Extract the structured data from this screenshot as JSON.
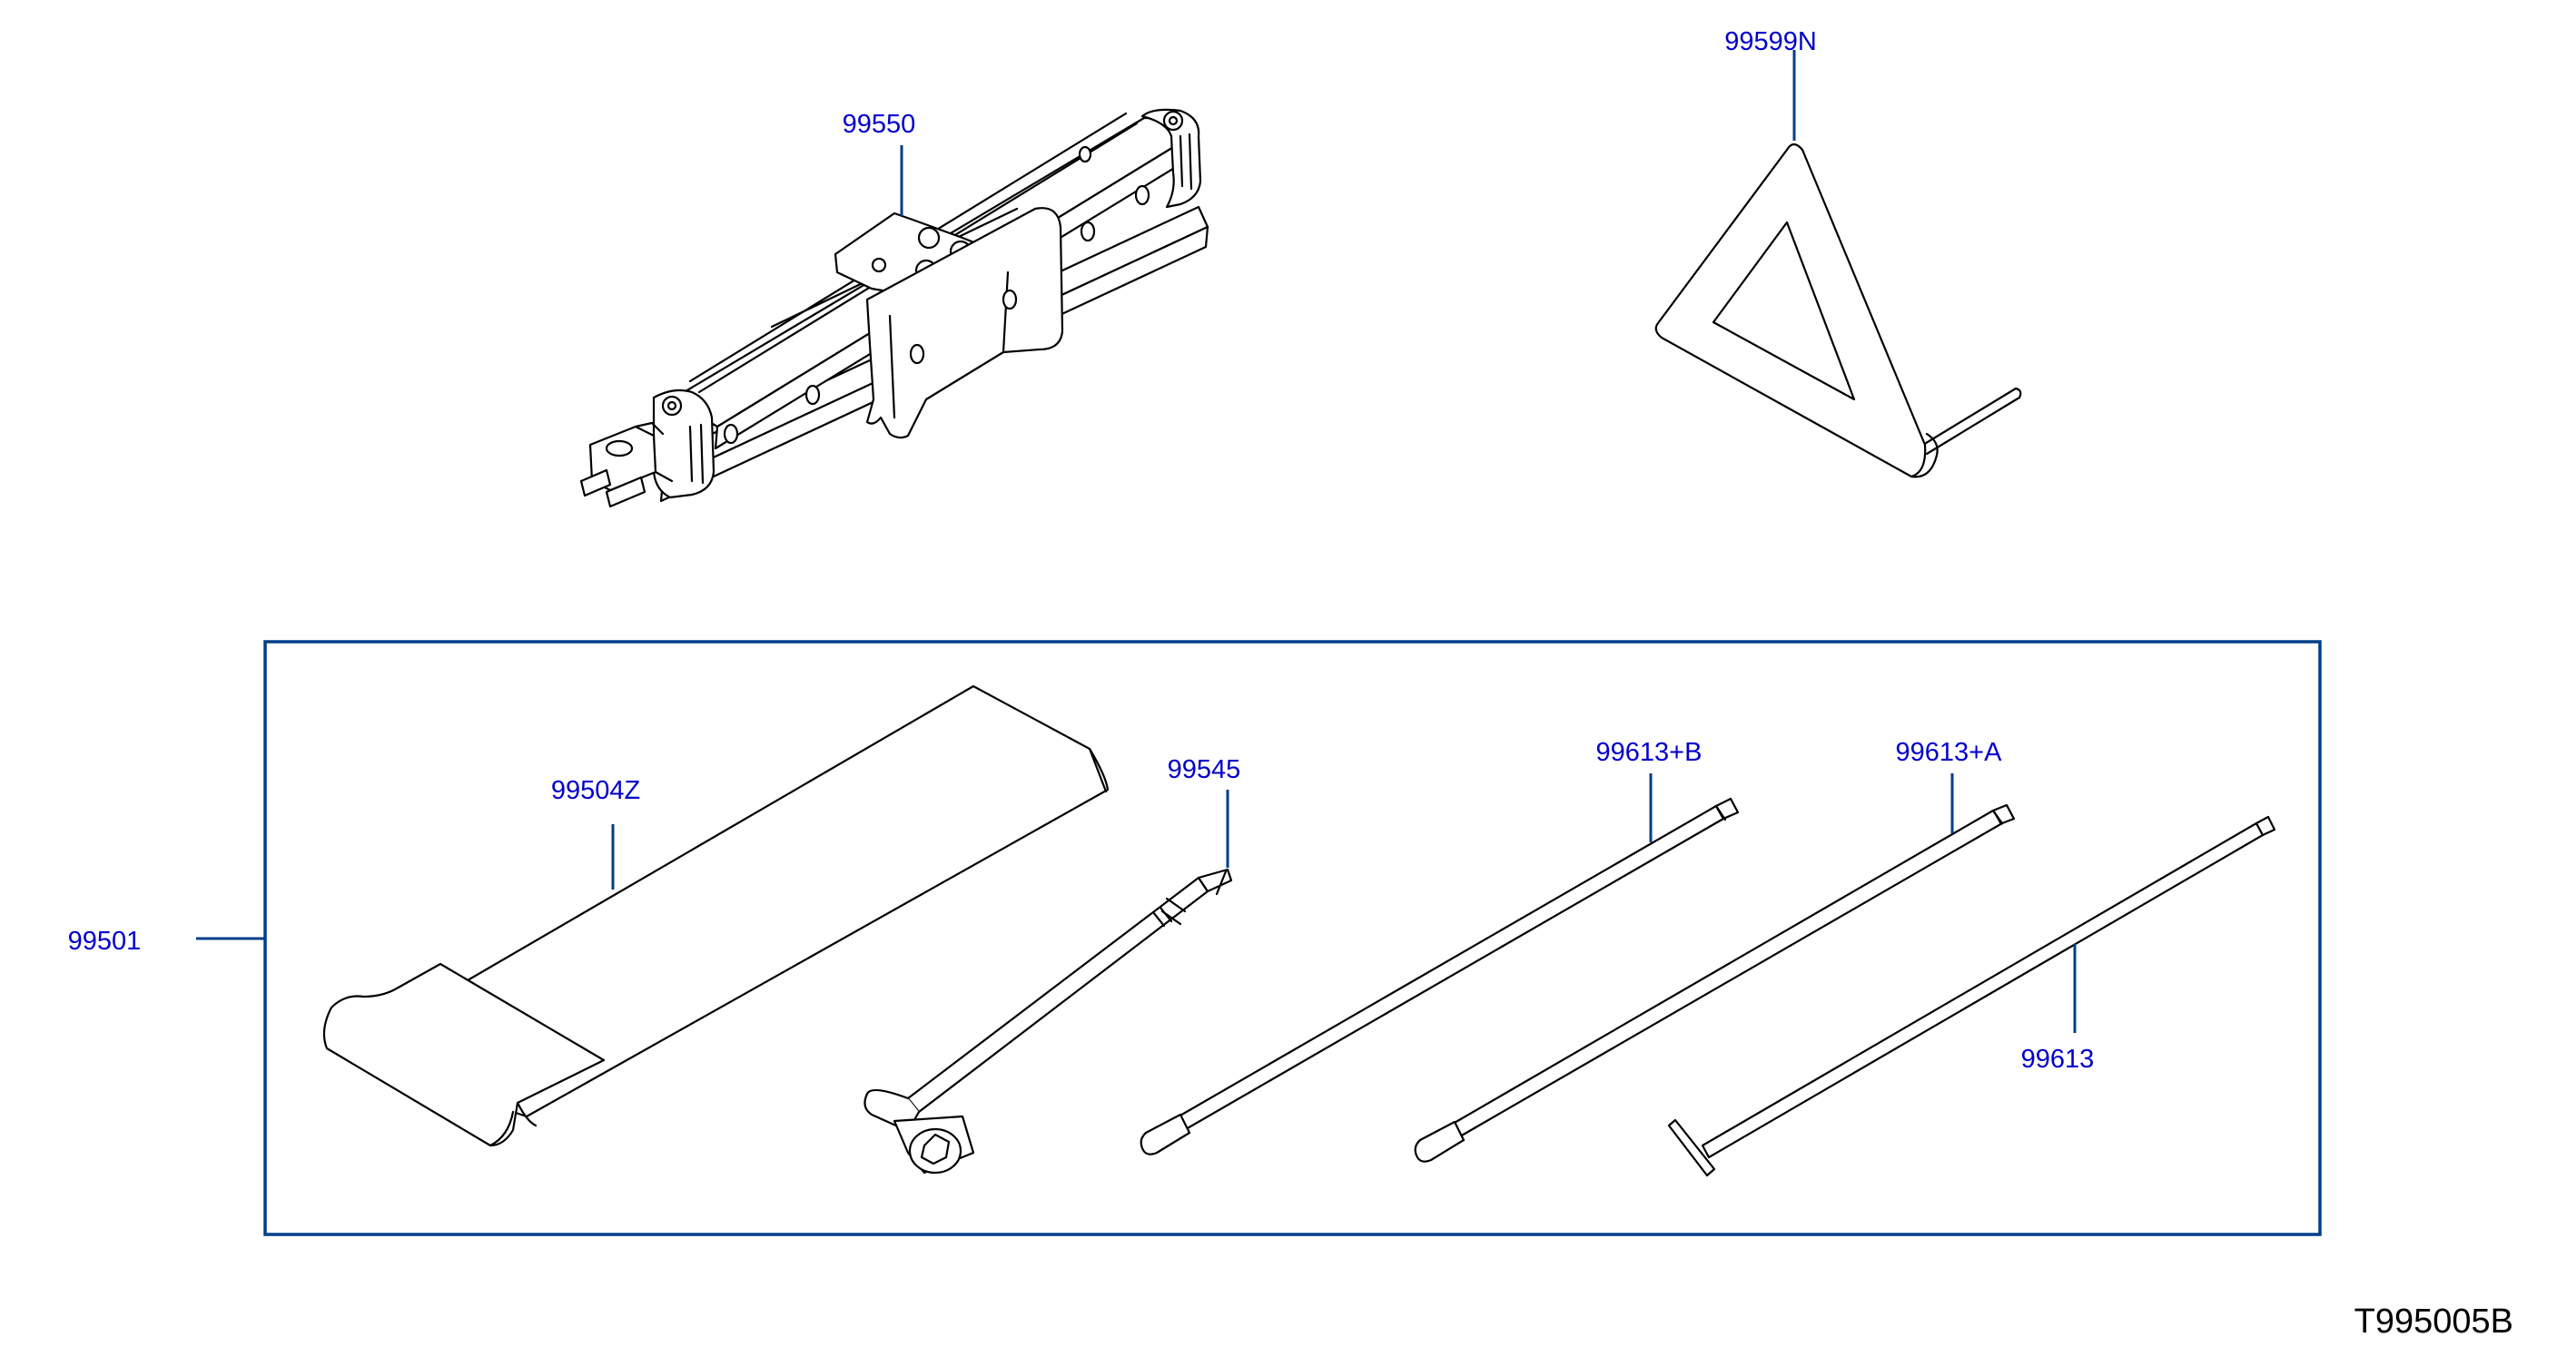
{
  "diagram_id": "T995005B",
  "colors": {
    "callout_text": "#0000cc",
    "leader_line": "#003e8a",
    "drawing": "#000000",
    "background": "#ffffff"
  },
  "parts": {
    "jack": "99550",
    "warning_triangle": "99599N",
    "tool_kit": "99501",
    "tool_bag": "99504Z",
    "wheel_wrench": "99545",
    "jack_rod_b": "99613+B",
    "jack_rod_a": "99613+A",
    "jack_handle": "99613"
  }
}
